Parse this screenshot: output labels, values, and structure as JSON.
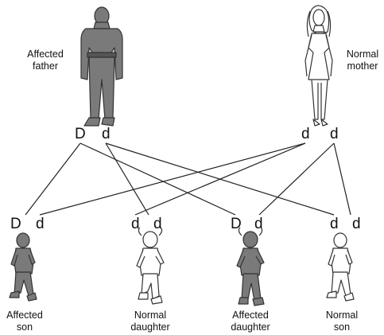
{
  "parents": {
    "father": {
      "label_line1": "Affected",
      "label_line2": "father",
      "alleles": [
        "D",
        "d"
      ]
    },
    "mother": {
      "label_line1": "Normal",
      "label_line2": "mother",
      "alleles": [
        "d",
        "d"
      ]
    }
  },
  "children": [
    {
      "label_line1": "Affected",
      "label_line2": "son",
      "alleles": [
        "D",
        "d"
      ]
    },
    {
      "label_line1": "Normal",
      "label_line2": "daughter",
      "alleles": [
        "d",
        "d"
      ]
    },
    {
      "label_line1": "Affected",
      "label_line2": "daughter",
      "alleles": [
        "D",
        "d"
      ]
    },
    {
      "label_line1": "Normal",
      "label_line2": "son",
      "alleles": [
        "d",
        "d"
      ]
    }
  ],
  "colors": {
    "affected_fill": "#7a7a7a",
    "normal_fill": "#ffffff",
    "outline": "#333333",
    "line": "#222222"
  }
}
